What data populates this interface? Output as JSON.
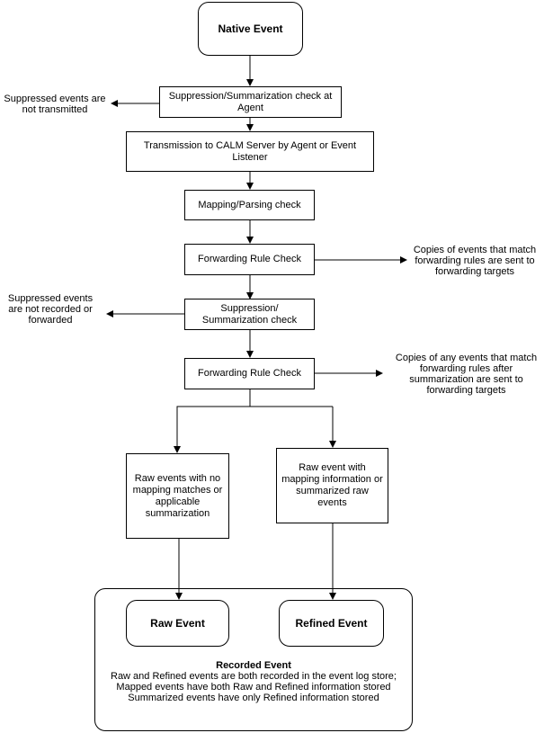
{
  "nodes": {
    "native_event": "Native Event",
    "suppression_agent": "Suppression/Summarization check at Agent",
    "transmission": "Transmission to CALM Server by Agent or Event Listener",
    "mapping": "Mapping/Parsing check",
    "forwarding_1": "Forwarding Rule Check",
    "suppression_server": "Suppression/ Summarization check",
    "forwarding_2": "Forwarding Rule Check",
    "raw_no_mapping": "Raw events with no mapping matches or applicable summarization",
    "raw_with_mapping": "Raw event with mapping information or summarized raw events",
    "raw_event": "Raw Event",
    "refined_event": "Refined Event"
  },
  "notes": {
    "not_transmitted": "Suppressed events are not transmitted",
    "forward_copies_1": "Copies of events that match forwarding rules are sent to forwarding targets",
    "not_recorded": "Suppressed events are not recorded or forwarded",
    "forward_copies_2": "Copies of any events that match forwarding rules after summarization are sent to forwarding targets"
  },
  "recorded": {
    "title": "Recorded Event",
    "line1": "Raw and Refined events are both recorded in the event log store;",
    "line2": "Mapped events have both Raw and Refined information stored",
    "line3": "Summarized events have only Refined information stored"
  }
}
